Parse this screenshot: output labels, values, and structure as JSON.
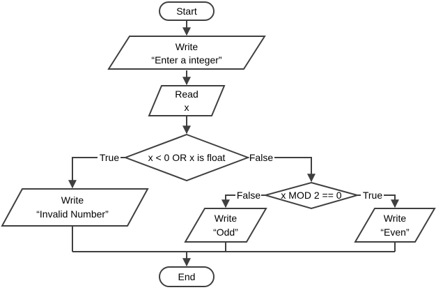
{
  "diagram": {
    "colors": {
      "stroke": "#3f3f3f",
      "fill": "#ffffff",
      "text": "#000000"
    },
    "nodes": {
      "start": {
        "shape": "terminator",
        "lines": [
          "Start"
        ]
      },
      "write_prompt": {
        "shape": "parallelogram",
        "lines": [
          "Write",
          "“Enter a integer”"
        ]
      },
      "read_x": {
        "shape": "parallelogram",
        "lines": [
          "Read",
          "x"
        ]
      },
      "check_valid": {
        "shape": "decision",
        "lines": [
          "x < 0 OR x is float"
        ]
      },
      "write_invalid": {
        "shape": "parallelogram",
        "lines": [
          "Write",
          "“Invalid Number”"
        ]
      },
      "check_mod": {
        "shape": "decision",
        "lines": [
          "x MOD 2 == 0"
        ]
      },
      "write_odd": {
        "shape": "parallelogram",
        "lines": [
          "Write",
          "“Odd”"
        ]
      },
      "write_even": {
        "shape": "parallelogram",
        "lines": [
          "Write",
          "“Even”"
        ]
      },
      "end": {
        "shape": "terminator",
        "lines": [
          "End"
        ]
      }
    },
    "edge_labels": {
      "valid_true": "True",
      "valid_false": "False",
      "mod_false": "False",
      "mod_true": "True"
    }
  }
}
